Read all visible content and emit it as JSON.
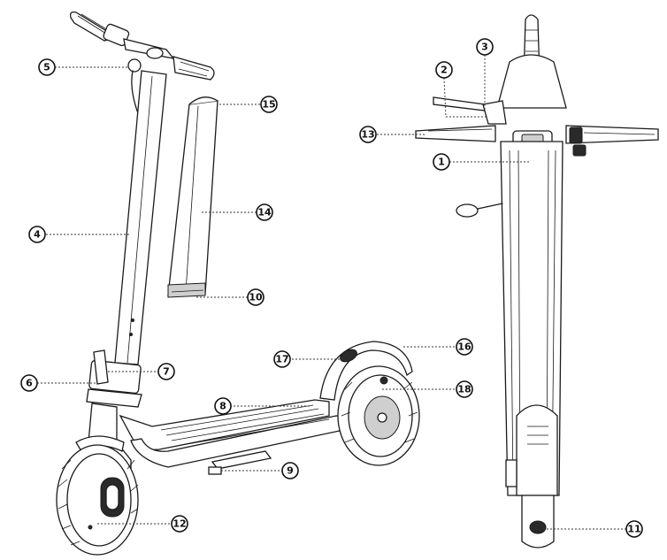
{
  "callouts": [
    {
      "label": "1"
    },
    {
      "label": "2"
    },
    {
      "label": "3"
    },
    {
      "label": "4"
    },
    {
      "label": "5"
    },
    {
      "label": "6"
    },
    {
      "label": "7"
    },
    {
      "label": "8"
    },
    {
      "label": "9"
    },
    {
      "label": "10"
    },
    {
      "label": "11"
    },
    {
      "label": "12"
    },
    {
      "label": "13"
    },
    {
      "label": "14"
    },
    {
      "label": "15"
    },
    {
      "label": "16"
    },
    {
      "label": "17"
    },
    {
      "label": "18"
    }
  ]
}
